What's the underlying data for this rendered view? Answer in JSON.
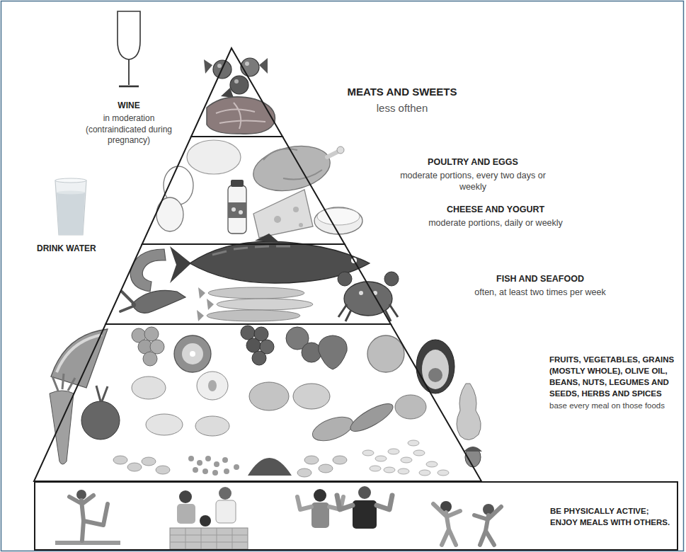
{
  "diagram": {
    "nodes": [
      {
        "text": [
          "MEATS AND SWEETS",
          "less ofthen"
        ]
      },
      {
        "text": [
          "POULTRY AND EGGS",
          "moderate portions, every two days or weekly",
          "CHEESE AND YOGURT",
          "moderate portions, daily or weekly"
        ]
      },
      {
        "text": [
          "FISH AND SEAFOOD",
          "often, at least two times per week"
        ]
      },
      {
        "text": [
          "FRUITS, VEGETABLES, GRAINS (MOSTLY WHOLE), OLIVE OIL, BEANS, NUTS, LEGUMES AND SEEDS, HERBS AND SPICES",
          "base every meal on those foods"
        ]
      },
      {
        "text": [
          "BE PHYSICALLY ACTIVE; ENJOY MEALS WITH OTHERS."
        ]
      }
    ],
    "labels": [
      "WINE",
      "in moderation (contraindicated during pregnancy)",
      "DRINK WATER"
    ]
  }
}
